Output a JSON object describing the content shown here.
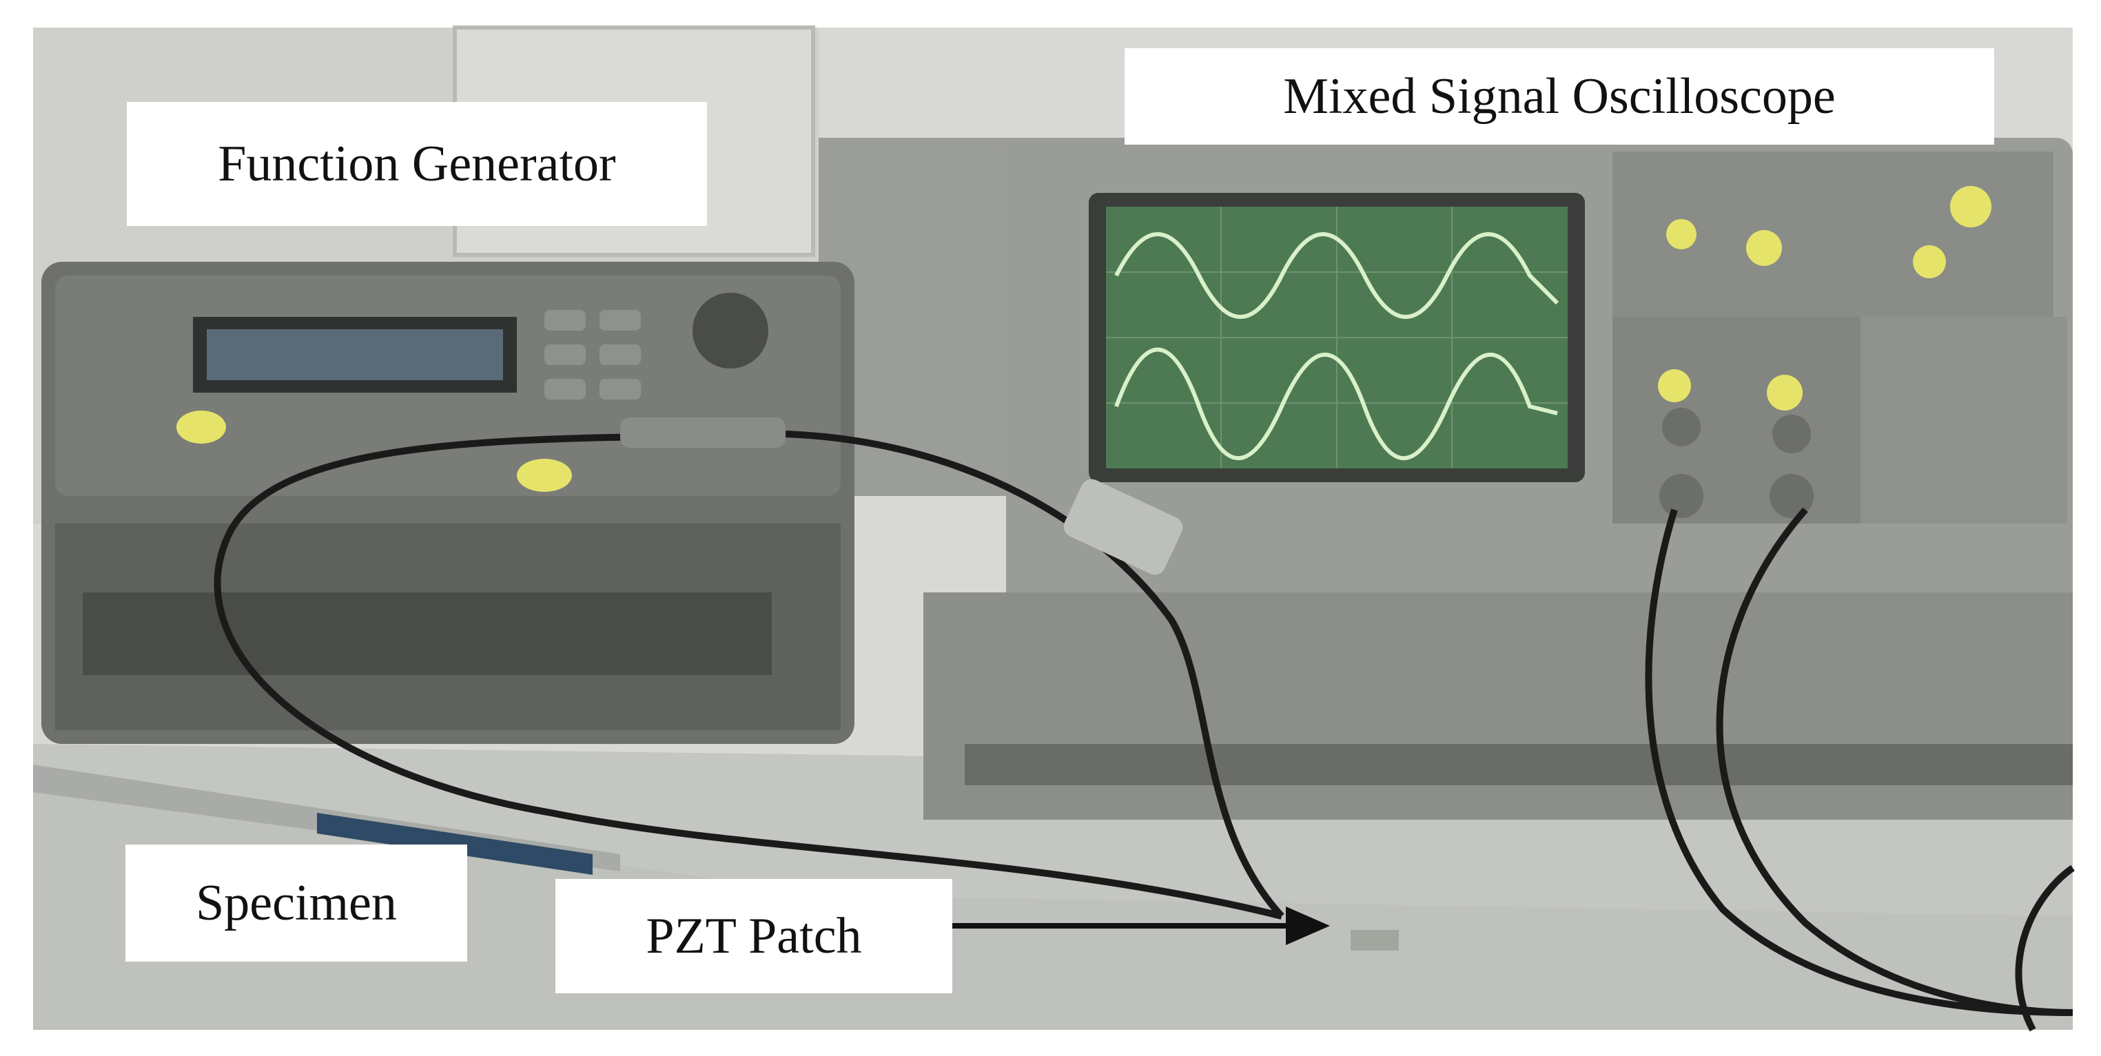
{
  "labels": {
    "function_generator": "Function Generator",
    "oscilloscope": "Mixed Signal Oscilloscope",
    "specimen": "Specimen",
    "pzt_patch": "PZT Patch"
  },
  "colors": {
    "wall": "#d9dad6",
    "bench": "#c9cbc7",
    "instrument_body": "#6e706c",
    "instrument_dark": "#3f413e",
    "screen_bg": "#4d7a52",
    "trace": "#d9f0c9",
    "knob_yellow": "#e6e36a",
    "cable": "#1a1a1a",
    "label_bg": "#ffffff",
    "label_text": "#111111"
  }
}
